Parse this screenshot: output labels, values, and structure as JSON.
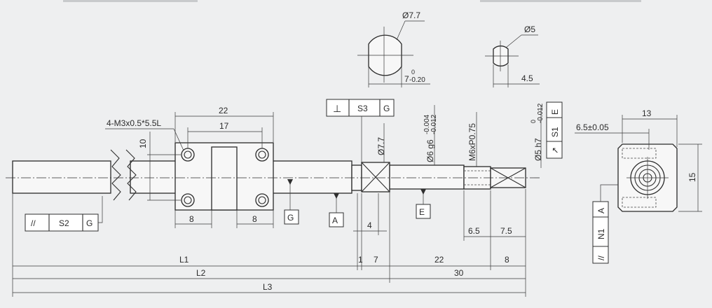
{
  "top_views": {
    "d_large": "Ø7.7",
    "d_small": "Ø5",
    "dim_7": "7",
    "tol_7_upper": "0",
    "tol_7_lower": "-0.20",
    "dim_4_5": "4.5"
  },
  "dims": {
    "d22_top": "22",
    "d17": "17",
    "d10": "10",
    "thread_note": "4-M3x0.5*5.5L",
    "d8_left": "8",
    "d8_right": "8",
    "d4": "4",
    "d6_5": "6.5",
    "d7_5": "7.5",
    "d_phi77": "Ø7.7",
    "d_phi6": "Ø6 g6",
    "tol_phi6_upper": "-0.004",
    "tol_phi6_lower": "-0.012",
    "d_m6": "M6xP0.75",
    "d_phi5": "Ø5 h7",
    "tol_phi5_upper": "0",
    "tol_phi5_lower": "-0.012",
    "L1": "L1",
    "d1": "1",
    "d7": "7",
    "d22_bottom": "22",
    "d8_bottom": "8",
    "L2": "L2",
    "d30": "30",
    "L3": "L3"
  },
  "frames": {
    "s3": {
      "symbol": "⊥",
      "label": "S3",
      "ref": "G"
    },
    "s2": {
      "symbol": "//",
      "label": "S2",
      "ref": "G"
    },
    "s1": {
      "symbol": "↗",
      "label": "S1",
      "ref": "E"
    },
    "n1": {
      "symbol": "//",
      "label": "N1",
      "ref": "A"
    }
  },
  "datums": {
    "g": "G",
    "a": "A",
    "e": "E"
  },
  "side_view": {
    "d13": "13",
    "d6_5": "6.5±0.05",
    "d15": "15"
  }
}
